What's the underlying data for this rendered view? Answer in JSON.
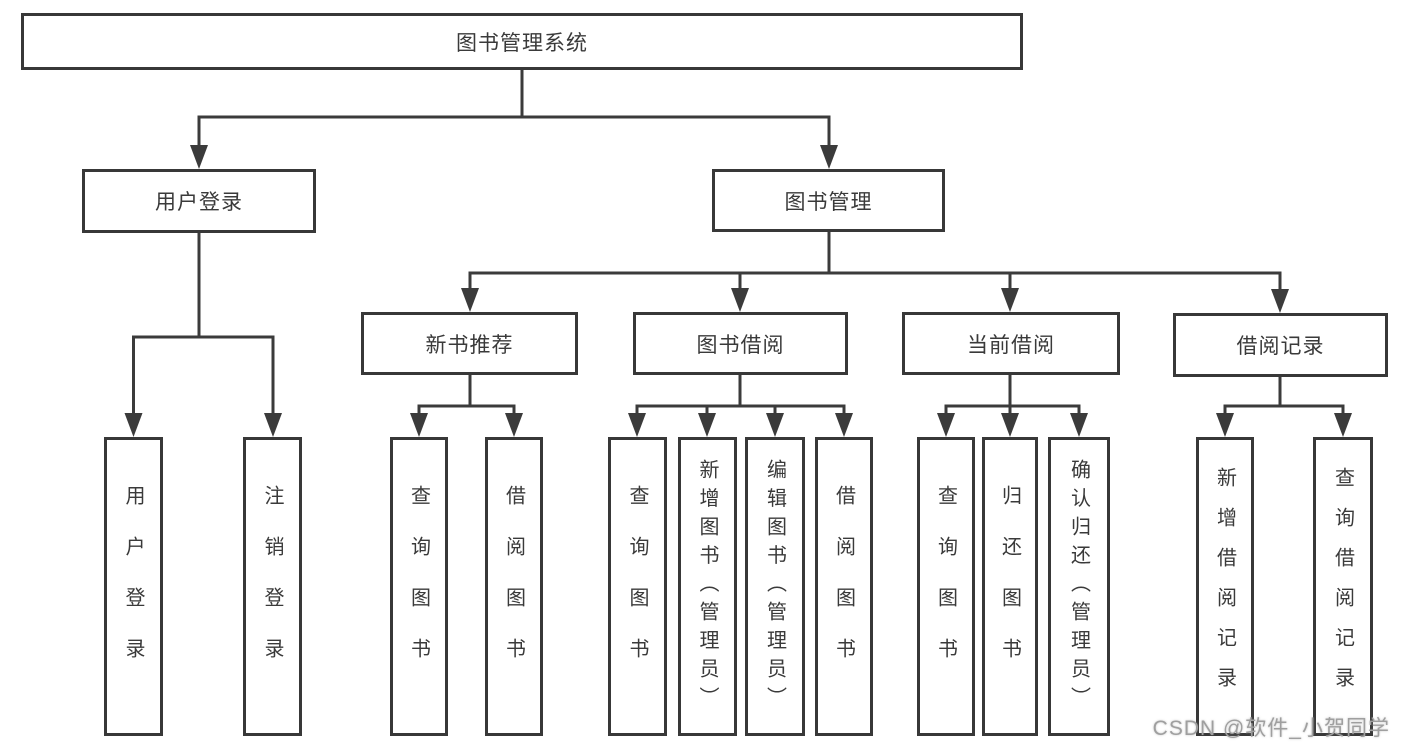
{
  "diagram": {
    "root": {
      "label": "图书管理系统"
    },
    "level2": {
      "user_login": {
        "label": "用户登录"
      },
      "book_mgmt": {
        "label": "图书管理"
      }
    },
    "level3": {
      "new_book": {
        "label": "新书推荐"
      },
      "book_borrow": {
        "label": "图书借阅"
      },
      "current_borrow": {
        "label": "当前借阅"
      },
      "borrow_records": {
        "label": "借阅记录"
      }
    },
    "leaves": {
      "user_login": [
        "用户登录",
        "注销登录"
      ],
      "new_book": [
        "查询图书",
        "借阅图书"
      ],
      "book_borrow": [
        "查询图书",
        "新增图书（管理员）",
        "编辑图书（管理员）",
        "借阅图书"
      ],
      "current_borrow": [
        "查询图书",
        "归还图书",
        "确认归还（管理员）"
      ],
      "borrow_records": [
        "新增借阅记录",
        "查询借阅记录"
      ]
    },
    "watermark": "CSDN @软件_小贺同学",
    "colors": {
      "line": "#3b3b3b",
      "border": "#383838",
      "text": "#3a3a3a",
      "watermark": "#9f9f9f",
      "background": "#ffffff"
    }
  }
}
